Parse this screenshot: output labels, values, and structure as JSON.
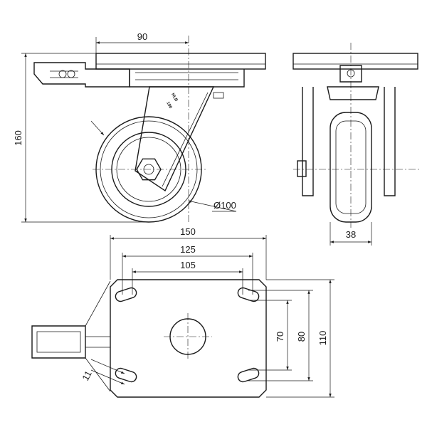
{
  "dimensions": {
    "side_offset": "90",
    "total_height": "160",
    "wheel_diameter": "Ø100",
    "wheel_width": "38",
    "plate_width": "150",
    "hole_spacing_outer_x": "125",
    "hole_spacing_inner_x": "105",
    "hole_spacing_inner_y": "70",
    "hole_spacing_outer_y": "80",
    "plate_depth": "110",
    "slot_width": "11"
  },
  "fork_marking": {
    "line1": "HLB",
    "line2": "100"
  },
  "colors": {
    "line": "#1a1a1a",
    "background": "#ffffff"
  }
}
